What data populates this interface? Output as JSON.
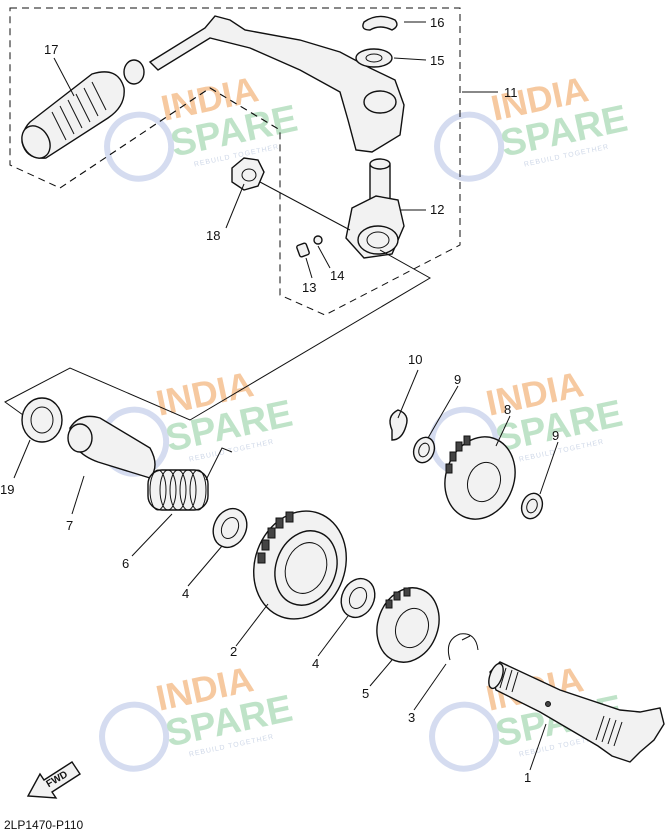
{
  "diagram_code": "2LP1470-P110",
  "fwd_label": "FWD",
  "watermark": {
    "line1": "INDIA",
    "line2": "SPARE",
    "tagline": "REBUILD TOGETHER"
  },
  "callouts": [
    "1",
    "2",
    "3",
    "4",
    "4",
    "5",
    "6",
    "7",
    "8",
    "9",
    "9",
    "10",
    "11",
    "12",
    "13",
    "14",
    "15",
    "16",
    "17",
    "18",
    "19"
  ]
}
